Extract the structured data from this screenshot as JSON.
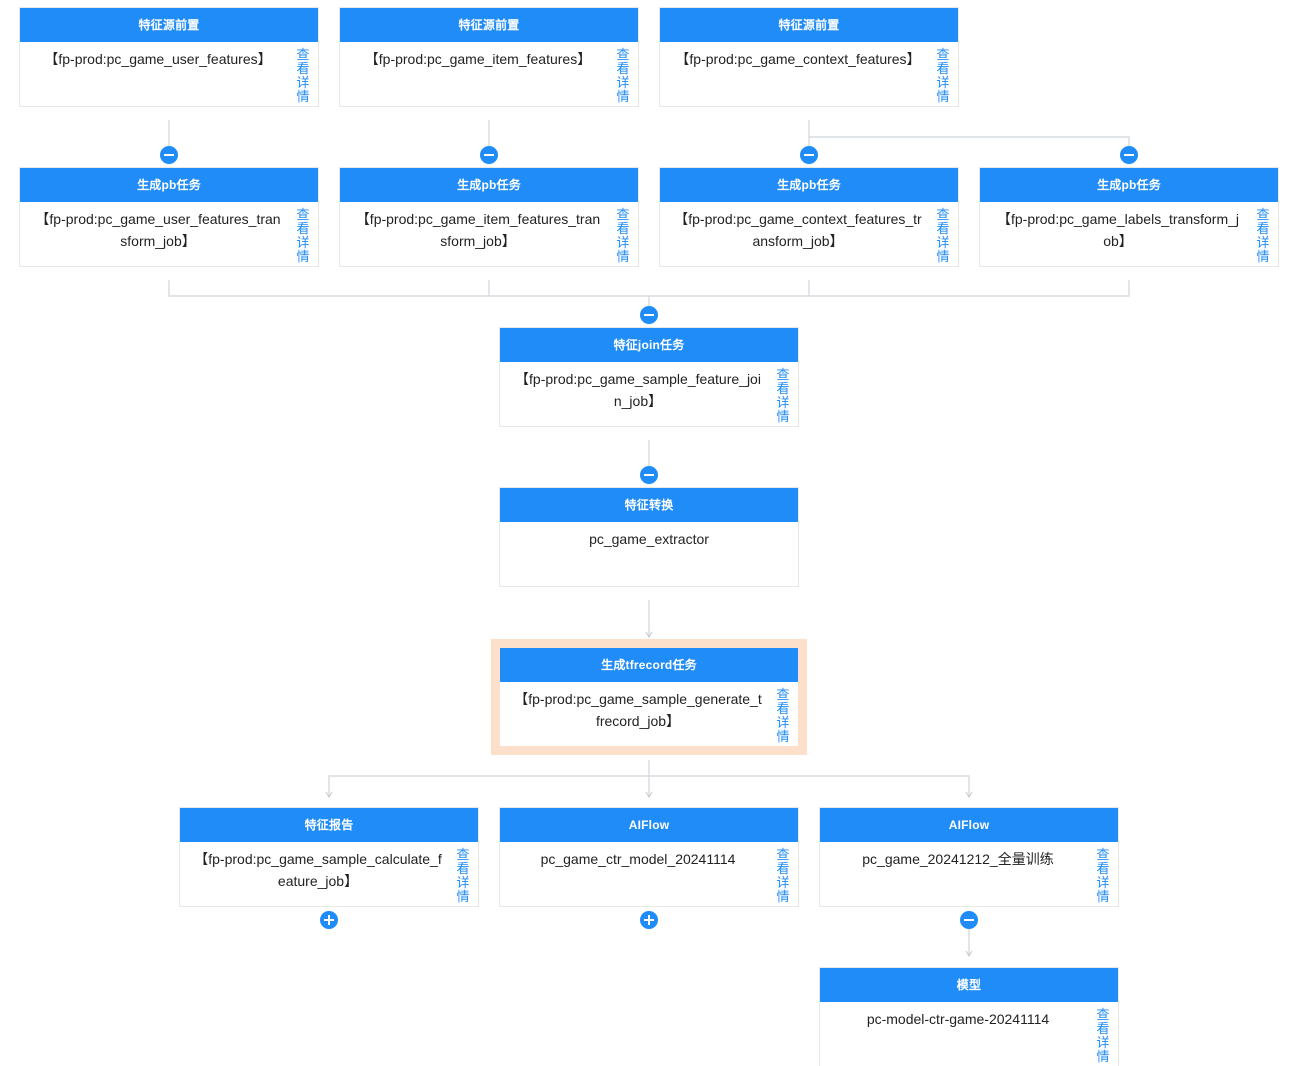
{
  "nodes": {
    "source_user": {
      "title": "特征源前置",
      "content": "【fp-prod:pc_game_user_features】",
      "detail": "查看详情"
    },
    "source_item": {
      "title": "特征源前置",
      "content": "【fp-prod:pc_game_item_features】",
      "detail": "查看详情"
    },
    "source_context": {
      "title": "特征源前置",
      "content": "【fp-prod:pc_game_context_features】",
      "detail": "查看详情"
    },
    "pb_user": {
      "title": "生成pb任务",
      "content": "【fp-prod:pc_game_user_features_transform_job】",
      "detail": "查看详情"
    },
    "pb_item": {
      "title": "生成pb任务",
      "content": "【fp-prod:pc_game_item_features_transform_job】",
      "detail": "查看详情"
    },
    "pb_context": {
      "title": "生成pb任务",
      "content": "【fp-prod:pc_game_context_features_transform_job】",
      "detail": "查看详情"
    },
    "pb_labels": {
      "title": "生成pb任务",
      "content": "【fp-prod:pc_game_labels_transform_job】",
      "detail": "查看详情"
    },
    "join": {
      "title": "特征join任务",
      "content": "【fp-prod:pc_game_sample_feature_join_job】",
      "detail": "查看详情"
    },
    "transform": {
      "title": "特征转换",
      "content": "pc_game_extractor"
    },
    "tfrecord": {
      "title": "生成tfrecord任务",
      "content": "【fp-prod:pc_game_sample_generate_tfrecord_job】",
      "detail": "查看详情"
    },
    "report": {
      "title": "特征报告",
      "content": "【fp-prod:pc_game_sample_calculate_feature_job】",
      "detail": "查看详情"
    },
    "aiflow_ctr": {
      "title": "AIFlow",
      "content": "pc_game_ctr_model_20241114",
      "detail": "查看详情"
    },
    "aiflow_full": {
      "title": "AIFlow",
      "content": "pc_game_20241212_全量训练",
      "detail": "查看详情"
    },
    "model": {
      "title": "模型",
      "content": "pc-model-ctr-game-20241114",
      "detail": "查看详情"
    }
  },
  "colors": {
    "accent": "#1f8cf7",
    "edge": "#cfd4da",
    "highlight": "#fde0cc"
  }
}
